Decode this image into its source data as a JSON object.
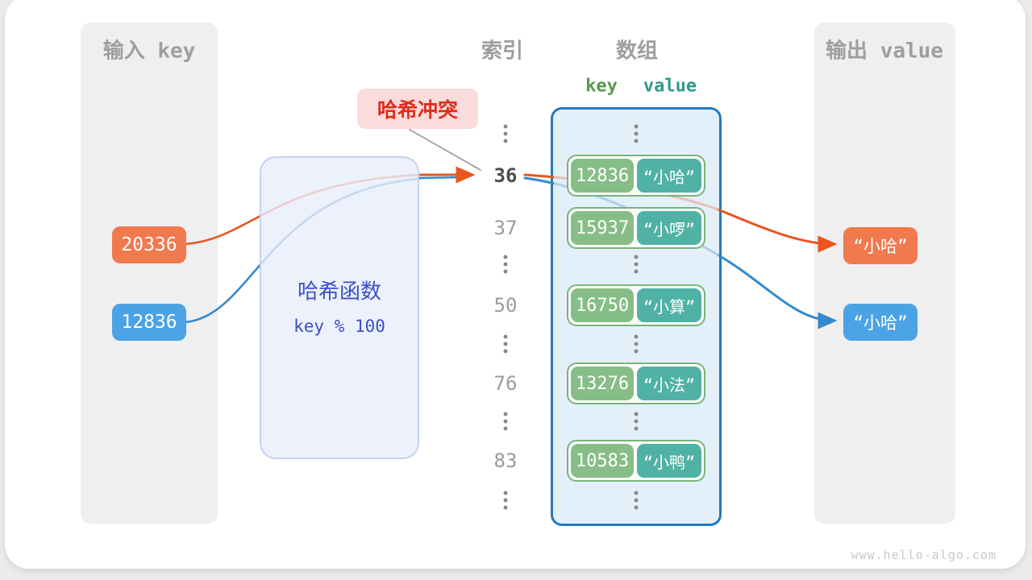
{
  "watermark": "www.hello-algo.com",
  "colors": {
    "key_orange": "#f1794e",
    "key_blue": "#4ba3e5",
    "line_orange": "#e8551e",
    "line_blue": "#3489cc",
    "bucket_key_green": "#87bd87",
    "bucket_value_teal": "#4fb2a4",
    "hash_text_indigo": "#3a50c8",
    "collision_red": "#df2b1b",
    "collision_bg_pink": "#f9dcdb",
    "array_border_blue": "#2678be",
    "panel_gray": "#efefef"
  },
  "input_panel": {
    "title": "输入 key",
    "keys": [
      {
        "label": "20336"
      },
      {
        "label": "12836"
      }
    ]
  },
  "hash_function": {
    "title": "哈希函数",
    "formula": "key % 100"
  },
  "collision": {
    "label": "哈希冲突"
  },
  "index_column": {
    "title": "索引",
    "ellipsis_symbol": "⋮",
    "indices": [
      "36",
      "37",
      "50",
      "76",
      "83"
    ],
    "highlighted_index": "36"
  },
  "array_panel": {
    "title": "数组",
    "key_header": "key",
    "value_header": "value",
    "pairs": [
      {
        "key": "12836",
        "value": "“小哈”"
      },
      {
        "key": "15937",
        "value": "“小啰”"
      },
      {
        "key": "16750",
        "value": "“小算”"
      },
      {
        "key": "13276",
        "value": "“小法”"
      },
      {
        "key": "10583",
        "value": "“小鸭”"
      }
    ]
  },
  "output_panel": {
    "title": "输出 value",
    "values": [
      "“小哈”",
      "“小哈”"
    ]
  }
}
